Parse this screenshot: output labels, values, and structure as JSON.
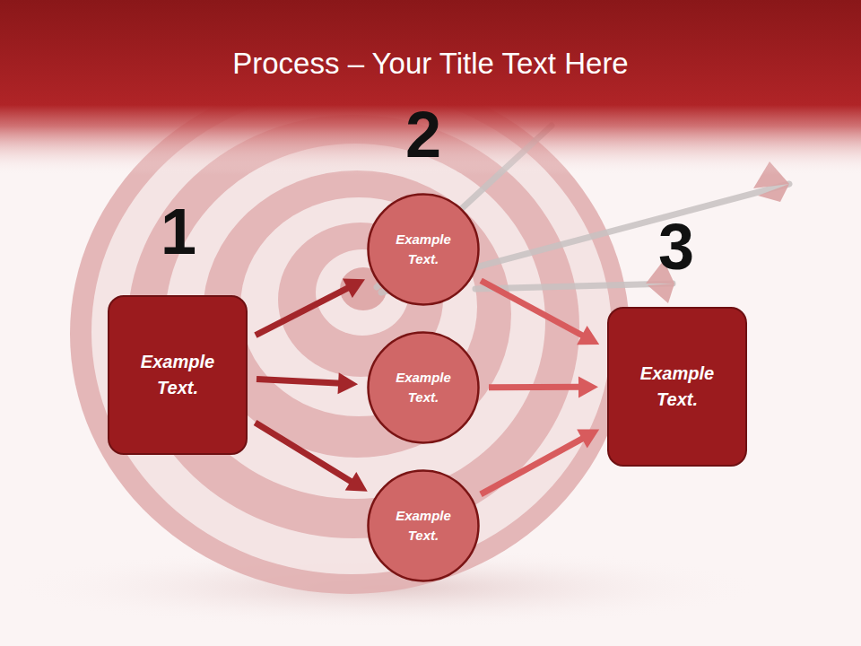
{
  "diagram": {
    "title": "Process – Your Title Text Here",
    "nodes": [
      {
        "text": [
          "Example Text."
        ]
      },
      {
        "text": [
          "Example Text."
        ]
      },
      {
        "text": [
          "Example Text."
        ]
      },
      {
        "text": [
          "Example Text."
        ]
      },
      {
        "text": [
          "Example Text."
        ]
      }
    ],
    "edges": [
      {
        "from": 0,
        "to": 1,
        "arrow": "to"
      },
      {
        "from": 0,
        "to": 2,
        "arrow": "to"
      },
      {
        "from": 0,
        "to": 3,
        "arrow": "to"
      },
      {
        "from": 1,
        "to": 4,
        "arrow": "to"
      },
      {
        "from": 2,
        "to": 4,
        "arrow": "to"
      },
      {
        "from": 3,
        "to": 4,
        "arrow": "to"
      }
    ],
    "labels": [
      "1",
      "2",
      "3"
    ]
  }
}
